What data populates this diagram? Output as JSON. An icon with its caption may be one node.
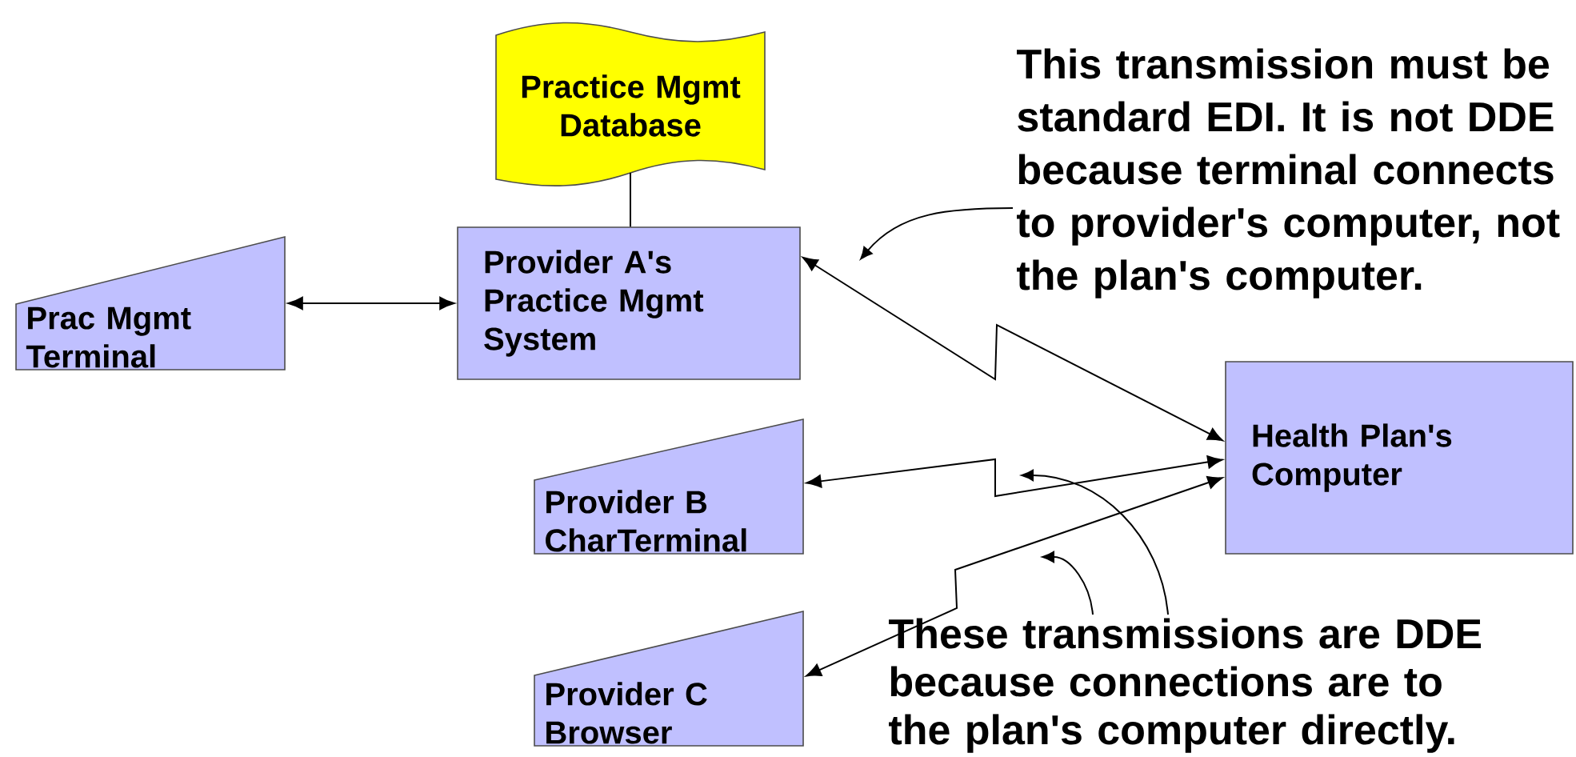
{
  "diagram": {
    "nodes": [
      {
        "text": [
          "Practice Mgmt Database"
        ]
      },
      {
        "text": [
          "Provider A's Practice Mgmt System"
        ]
      },
      {
        "text": [
          "Prac Mgmt Terminal"
        ]
      },
      {
        "text": [
          "Health Plan's Computer"
        ]
      },
      {
        "text": [
          "Provider B CharTerminal"
        ]
      },
      {
        "text": [
          "Provider C Browser"
        ]
      },
      {
        "text": [
          "This transmission must be standard EDI. It is not DDE because terminal connects to provider's computer, not the plan's computer."
        ]
      },
      {
        "text": [
          "These transmissions are DDE because connections are to the plan's computer directly."
        ]
      }
    ],
    "edges": [
      {
        "from": 0,
        "to": 1,
        "arrow": "none"
      },
      {
        "from": 2,
        "to": 1,
        "arrow": "both"
      },
      {
        "from": 1,
        "to": 3,
        "arrow": "both"
      },
      {
        "from": 4,
        "to": 3,
        "arrow": "both"
      },
      {
        "from": 5,
        "to": 3,
        "arrow": "both"
      },
      {
        "from": 6,
        "to": null,
        "arrow": "to"
      },
      {
        "from": 7,
        "to": null,
        "arrow": "to"
      },
      {
        "from": 7,
        "to": null,
        "arrow": "to"
      }
    ]
  }
}
